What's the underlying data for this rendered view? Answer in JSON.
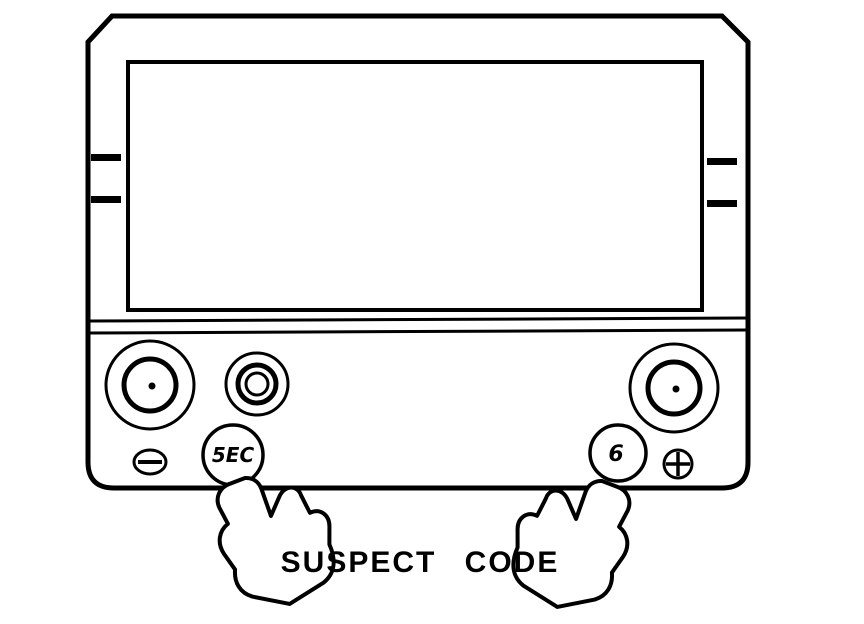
{
  "figure": {
    "caption": "SUSPECT CODE",
    "code_left": "5EC",
    "code_right": "6",
    "ink_color": "#000000",
    "background_color": "#ffffff"
  }
}
